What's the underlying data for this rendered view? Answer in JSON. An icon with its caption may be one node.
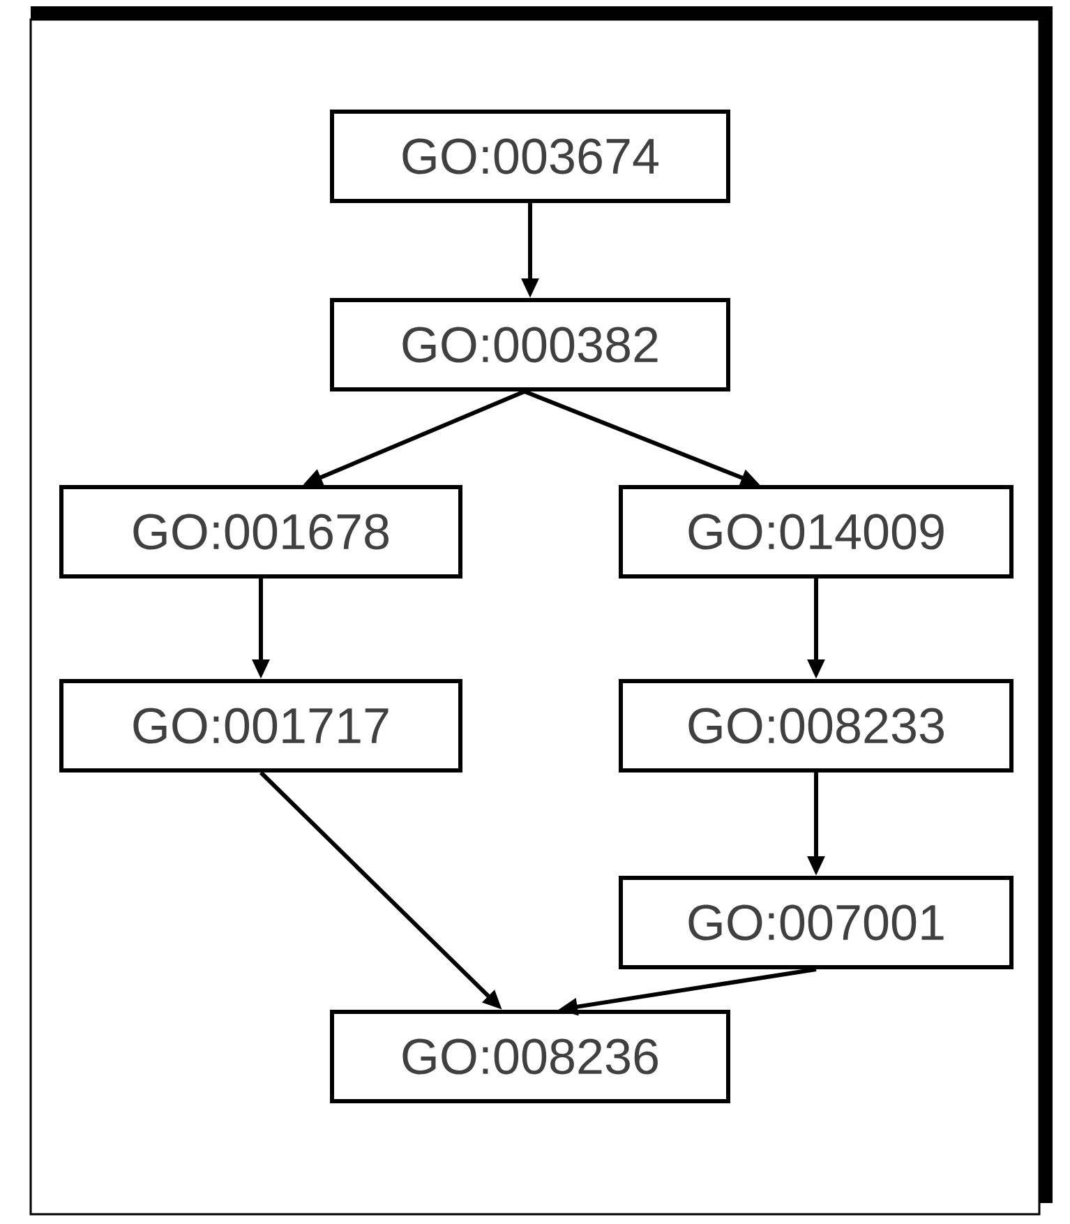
{
  "diagram": {
    "nodes": [
      {
        "text": [
          "GO:003674"
        ]
      },
      {
        "text": [
          "GO:000382"
        ]
      },
      {
        "text": [
          "GO:001678"
        ]
      },
      {
        "text": [
          "GO:014009"
        ]
      },
      {
        "text": [
          "GO:001717"
        ]
      },
      {
        "text": [
          "GO:008233"
        ]
      },
      {
        "text": [
          "GO:007001"
        ]
      },
      {
        "text": [
          "GO:008236"
        ]
      }
    ],
    "edges": [
      {
        "from": 0,
        "to": 1,
        "arrow": "to"
      },
      {
        "from": 1,
        "to": 2,
        "arrow": "to"
      },
      {
        "from": 1,
        "to": 3,
        "arrow": "to"
      },
      {
        "from": 2,
        "to": 4,
        "arrow": "to"
      },
      {
        "from": 3,
        "to": 5,
        "arrow": "to"
      },
      {
        "from": 5,
        "to": 6,
        "arrow": "to"
      },
      {
        "from": 4,
        "to": 7,
        "arrow": "to"
      },
      {
        "from": 6,
        "to": 7,
        "arrow": "to"
      }
    ]
  }
}
